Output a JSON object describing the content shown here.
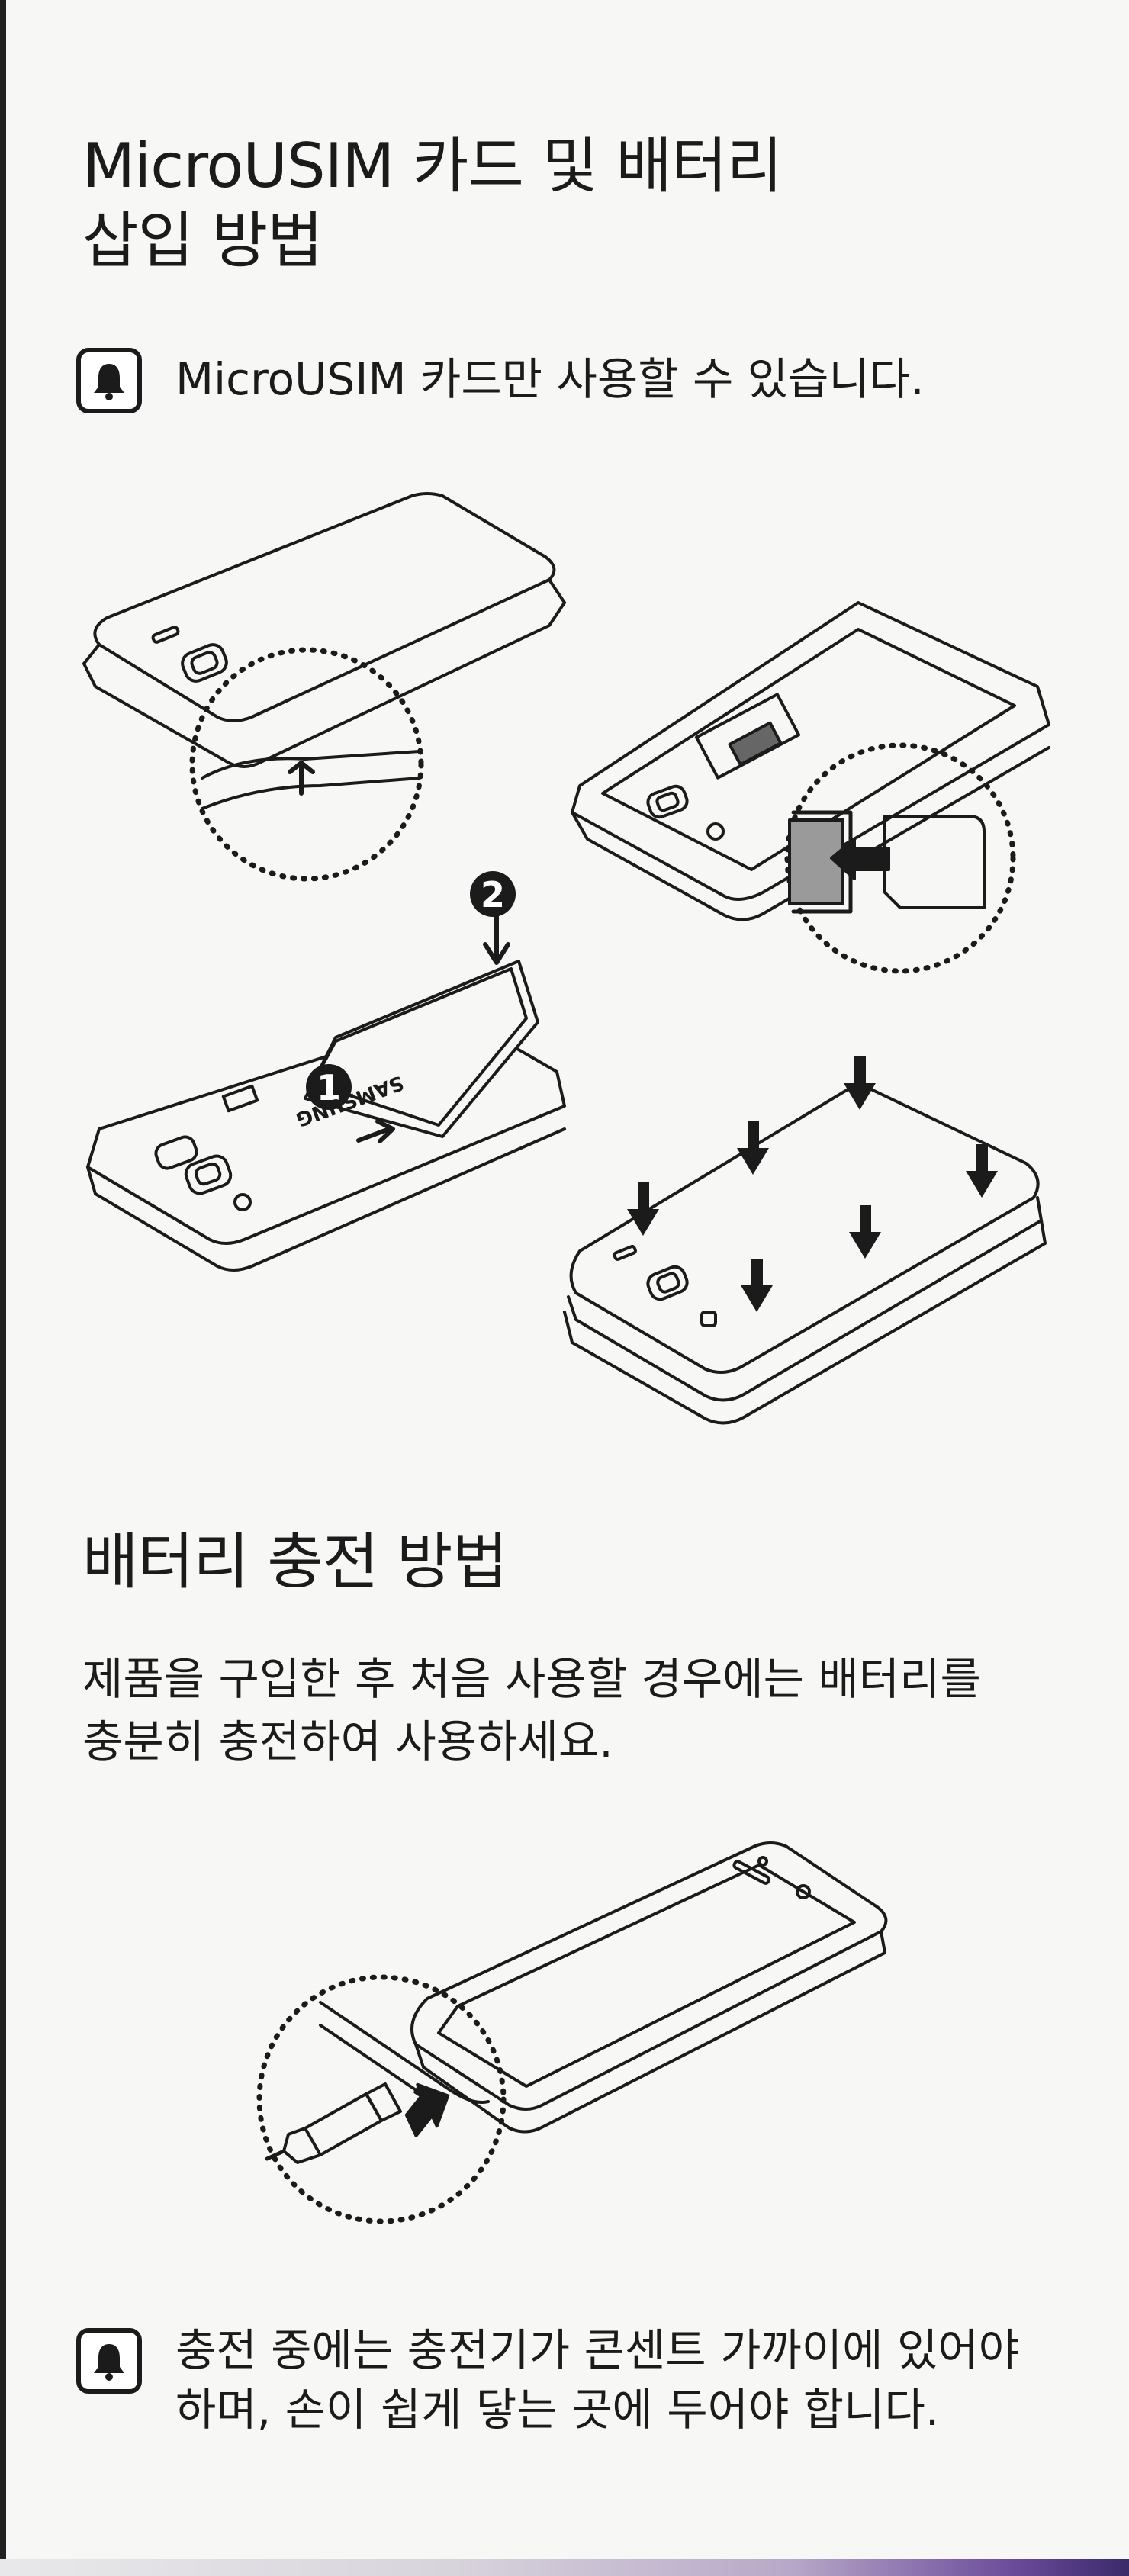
{
  "section1": {
    "title_line1": "MicroUSIM 카드 및 배터리",
    "title_line2": "삽입 방법",
    "note": "MicroUSIM 카드만 사용할 수 있습니다.",
    "note_icon": "bell-icon"
  },
  "figures": {
    "brand": "SAMSUNG",
    "step1": "1",
    "step2": "2"
  },
  "section2": {
    "title": "배터리 충전 방법",
    "body_line1": "제품을 구입한 후 처음 사용할 경우에는 배터리를",
    "body_line2": "충분히 충전하여 사용하세요.",
    "note_line1": "충전 중에는 충전기가 콘센트 가까이에 있어야",
    "note_line2": "하며, 손이 쉽게 닿는 곳에 두어야 합니다.",
    "note_icon": "bell-icon"
  }
}
